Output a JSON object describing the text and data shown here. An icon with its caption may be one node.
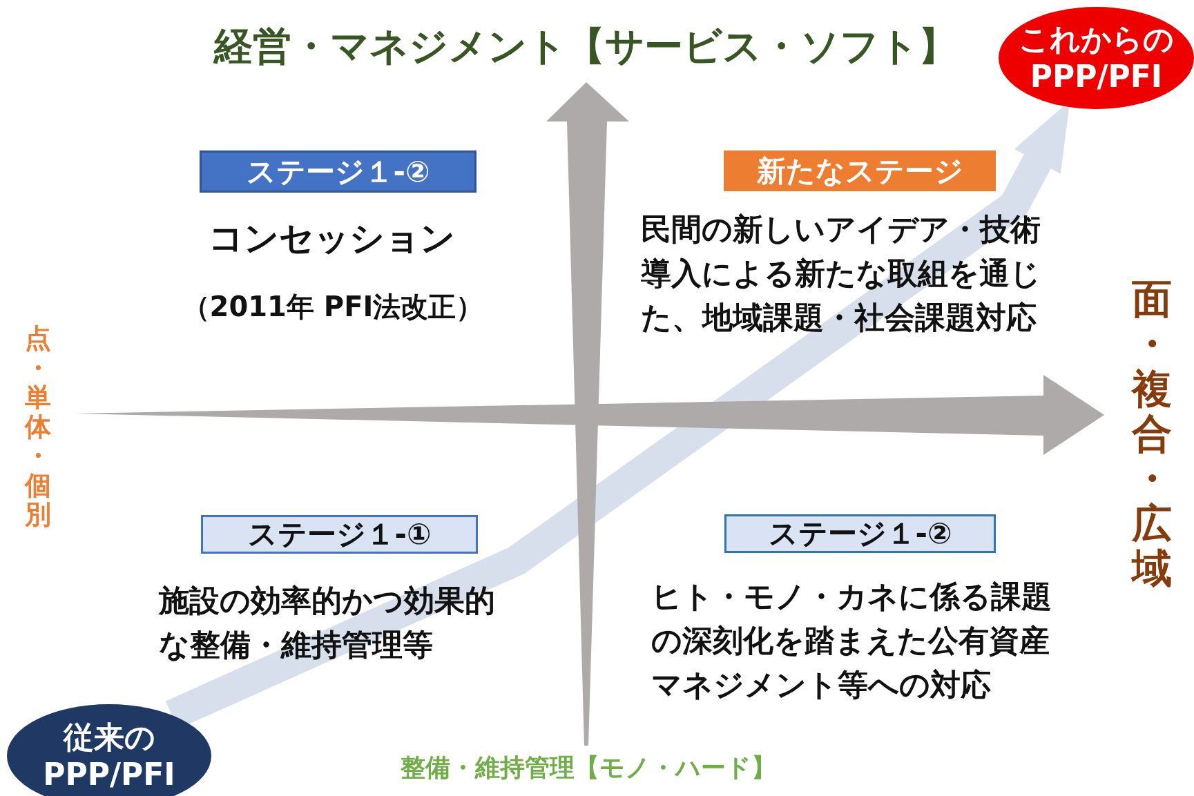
{
  "diagram": {
    "title": "経営・マネジメント【サービス・ソフト】",
    "nodes": [
      {
        "text": [
          "従来の PPP/PFI"
        ]
      },
      {
        "text": [
          "これからの PPP/PFI"
        ]
      },
      {
        "text": [
          "ステージ１-②"
        ],
        "beside": [
          "コンセッション",
          "（2011年 PFI法改正）"
        ]
      },
      {
        "text": [
          "新たなステージ"
        ],
        "beside": [
          "民間の新しいアイデア・技術導入による新たな取組を通じた、地域課題・社会課題対応"
        ]
      },
      {
        "text": [
          "ステージ１-①"
        ],
        "beside": [
          "施設の効率的かつ効果的な整備・維持管理等"
        ]
      },
      {
        "text": [
          "ステージ１-②"
        ],
        "beside": [
          "ヒト・モノ・カネに係る課題の深刻化を踏まえた公有資産マネジメント等への対応"
        ]
      }
    ],
    "edges": [
      {
        "from": 0,
        "to": 1,
        "arrow": "to"
      }
    ],
    "labels": [
      "点・単体・個別",
      "面・複合・広域",
      "整備・維持管理【モノ・ハード】"
    ]
  }
}
